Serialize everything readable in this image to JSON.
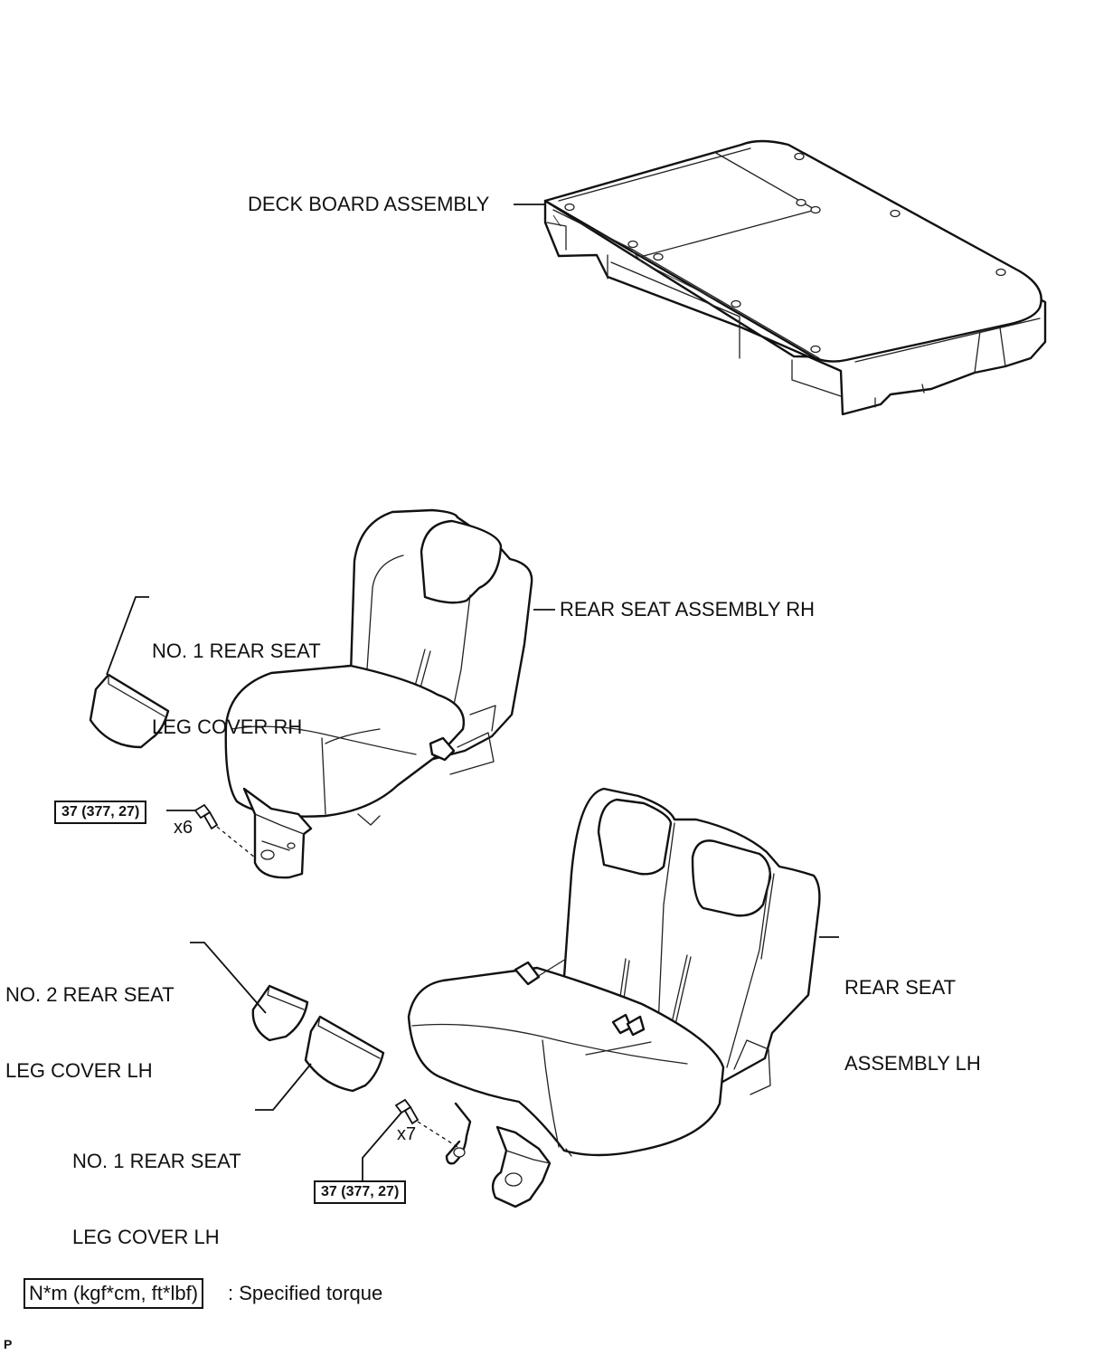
{
  "labels": {
    "deck_board": "DECK BOARD ASSEMBLY",
    "leg_cover_rh_line1": "NO. 1 REAR SEAT",
    "leg_cover_rh_line2": "LEG COVER RH",
    "seat_rh": "REAR SEAT ASSEMBLY RH",
    "seat_lh_line1": "REAR SEAT",
    "seat_lh_line2": "ASSEMBLY LH",
    "no2_leg_cover_lh_line1": "NO. 2 REAR SEAT",
    "no2_leg_cover_lh_line2": "LEG COVER LH",
    "no1_leg_cover_lh_line1": "NO. 1 REAR SEAT",
    "no1_leg_cover_lh_line2": "LEG COVER LH"
  },
  "fasteners": {
    "rh": {
      "torque": "37 (377, 27)",
      "quantity": "x6"
    },
    "lh": {
      "torque": "37 (377, 27)",
      "quantity": "x7"
    }
  },
  "legend": {
    "unit_box": "N*m (kgf*cm, ft*lbf)",
    "description": ": Specified torque"
  },
  "corner_mark": "P"
}
